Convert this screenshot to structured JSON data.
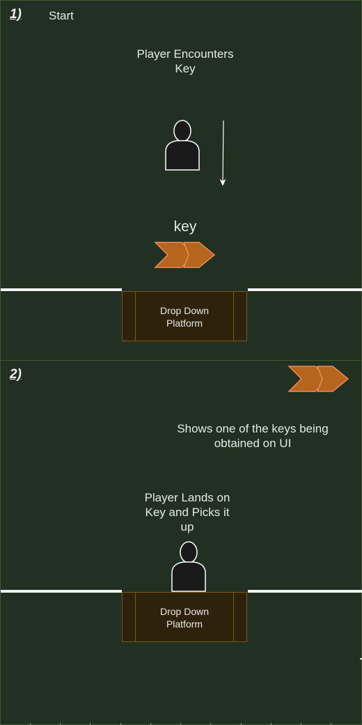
{
  "panel1": {
    "step": "1)",
    "start_label": "Start",
    "caption": "Player Encounters\nKey",
    "key_label": "key",
    "platform_label": "Drop Down\nPlatform"
  },
  "panel2": {
    "step": "2)",
    "ui_caption": "Shows one of the keys being\nobtained on UI",
    "player_caption": "Player Lands on\nKey and Picks it\nup",
    "platform_label": "Drop Down\nPlatform"
  },
  "colors": {
    "background": "#213022",
    "key_fill": "#b5651d",
    "key_stroke": "#f08a5a",
    "player": "#1a1a1a",
    "ground": "#f2f2f2",
    "platform_fill": "#2e220c",
    "platform_border": "#7a5a12"
  },
  "icons": [
    "person-icon",
    "down-arrow-icon",
    "double-chevron-key-icon"
  ]
}
